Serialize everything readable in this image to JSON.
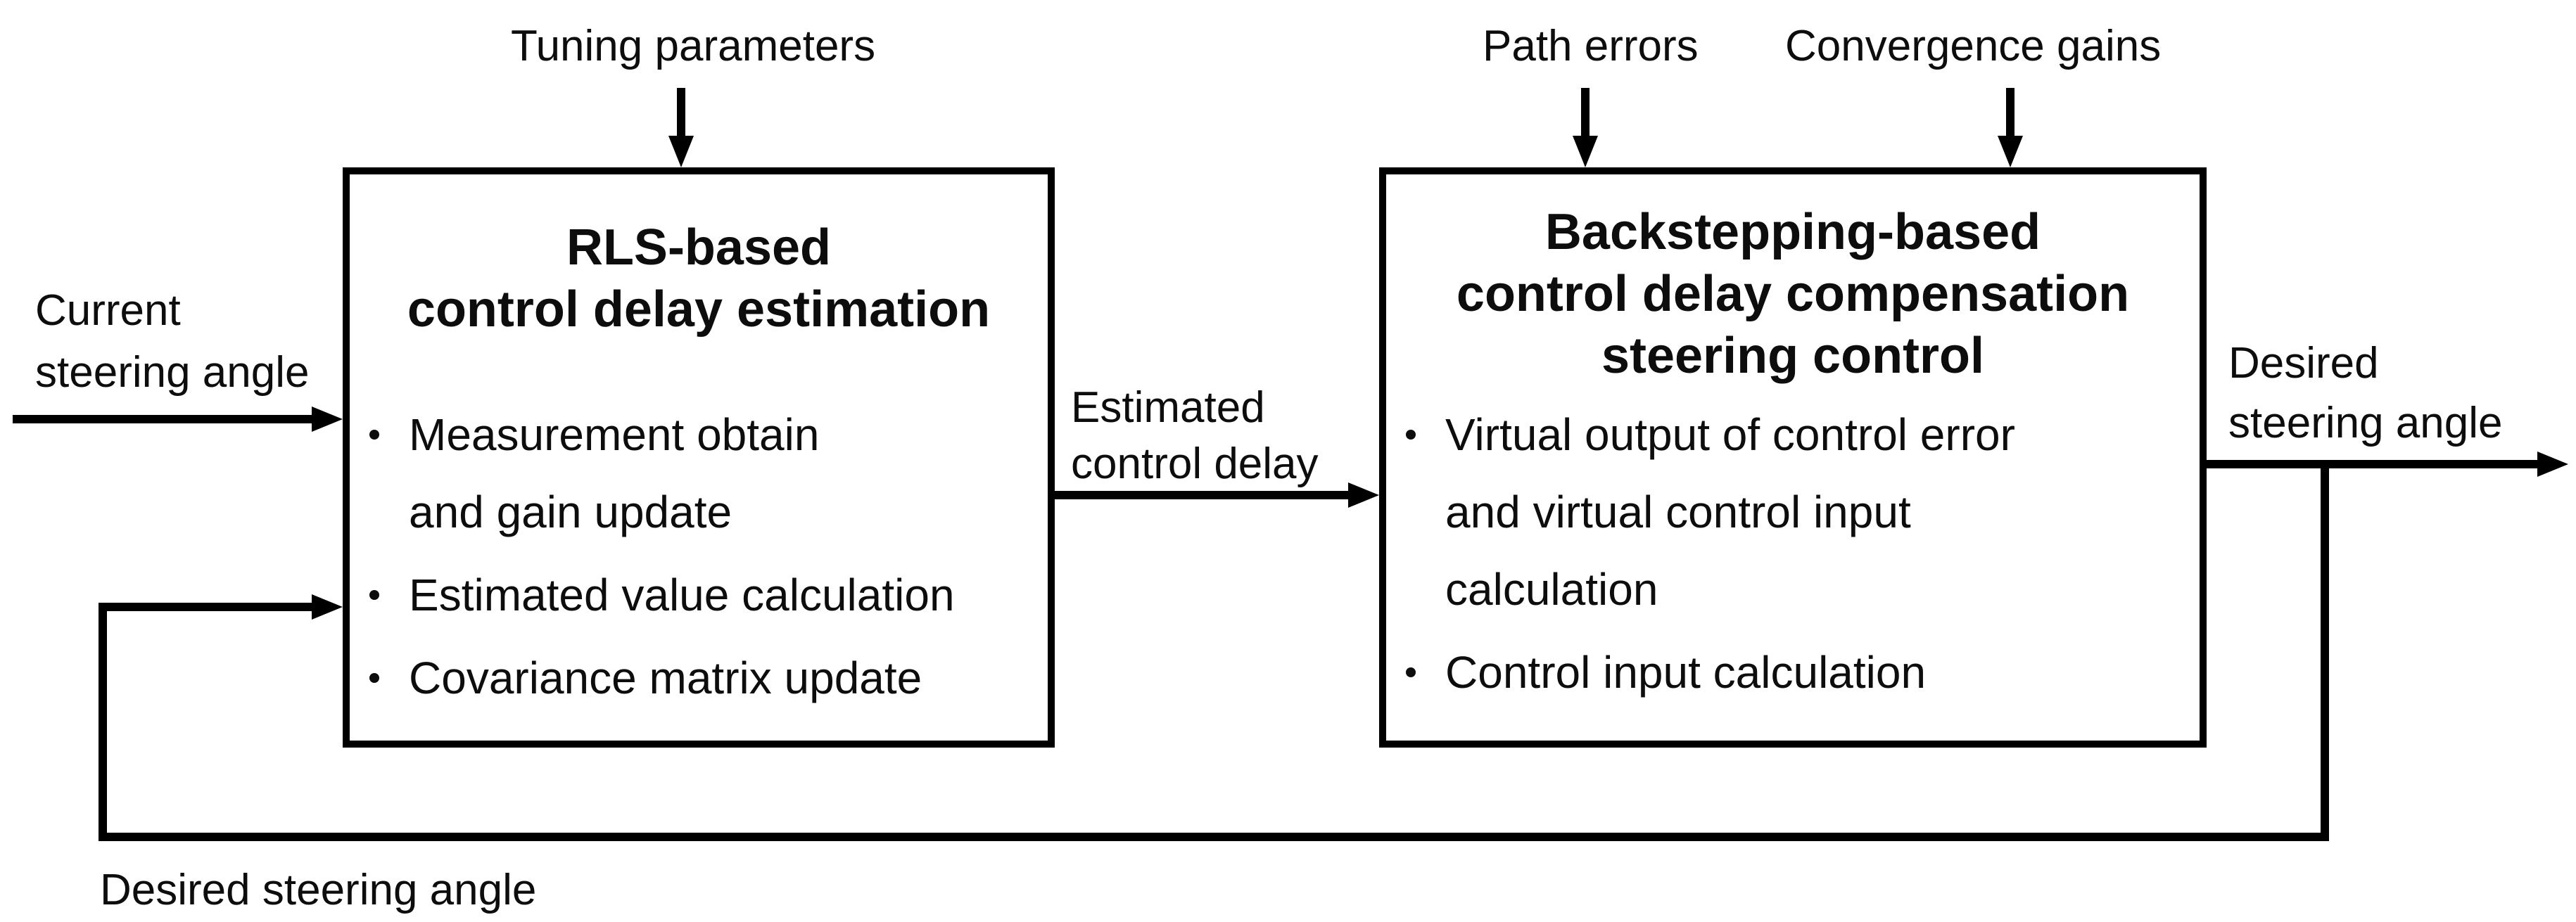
{
  "diagram": {
    "top_inputs": {
      "tuning_parameters": "Tuning parameters",
      "path_errors": "Path errors",
      "convergence_gains": "Convergence gains"
    },
    "left_input_label": [
      "Current",
      "steering angle"
    ],
    "left_block": {
      "title": [
        "RLS-based",
        "control delay estimation"
      ],
      "bullets": [
        [
          "Measurement obtain",
          "and gain update"
        ],
        [
          "Estimated value calculation"
        ],
        [
          "Covariance matrix update"
        ]
      ]
    },
    "link_label": [
      "Estimated",
      "control delay"
    ],
    "right_block": {
      "title": [
        "Backstepping-based",
        "control delay compensation",
        "steering control"
      ],
      "bullets": [
        [
          "Virtual output of control error",
          "and virtual control input",
          "calculation"
        ],
        [
          "Control input calculation"
        ]
      ]
    },
    "output_label": [
      "Desired",
      "steering angle"
    ],
    "feedback_label": "Desired steering angle",
    "colors": {
      "ink": "#000000",
      "background": "#ffffff"
    }
  }
}
